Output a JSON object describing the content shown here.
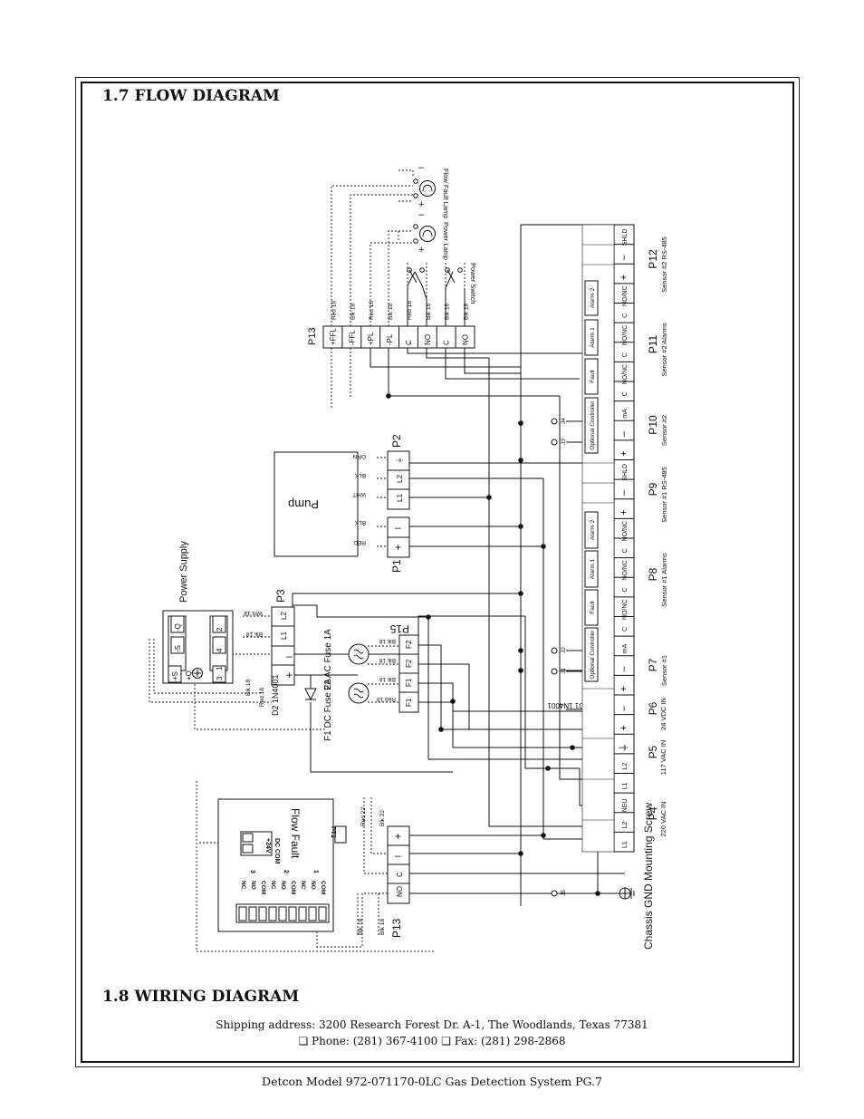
{
  "titles": {
    "flow": "1.7 FLOW DIAGRAM",
    "wiring": "1.8 WIRING DIAGRAM"
  },
  "footer": {
    "shipping": "Shipping address: 3200 Research Forest Dr. A-1, The Woodlands, Texas 77381",
    "phone": "❏  Phone: (281) 367-4100  ❏  Fax: (281)  298-2868",
    "page": "Detcon Model 972-071170-0LC Gas Detection System   PG.7"
  },
  "diagram": {
    "p13_top": {
      "label": "P13",
      "pins": [
        "+FFL",
        "-FFL",
        "+PL",
        "-PL",
        "C",
        "NO",
        "C",
        "NO"
      ],
      "wires": [
        "Red 18",
        "Blk 18",
        "Red 18",
        "Blk 18",
        "Red 18",
        "Blk 18",
        "Blk 18",
        "Blk 18"
      ]
    },
    "flow_fault_lamp": "Flow Fault Lamp",
    "power_lamp": "Power Lamp",
    "power_switch": "Power Switch",
    "pump": {
      "label": "Pump",
      "p2": {
        "label": "P2",
        "pins": [
          "⏚",
          "L2",
          "L1"
        ],
        "wires": [
          "GRN",
          "BLK",
          "WHT"
        ]
      },
      "p1": {
        "label": "P1",
        "pins": [
          "–",
          "+"
        ],
        "wires": [
          "BLK",
          "RED"
        ]
      }
    },
    "power_supply": {
      "label": "Power Supply",
      "terminals": [
        "-Q",
        "-S",
        "+S",
        "+Q",
        "1",
        "2",
        "3",
        "4"
      ]
    },
    "p3": {
      "label": "P3",
      "pins": [
        "L2",
        "L1",
        "–",
        "+"
      ],
      "wires": [
        "Wht 18",
        "Blk 18",
        "Blk 18",
        "Red 18"
      ]
    },
    "d2": "D2 1N4001",
    "p15": {
      "label": "P15",
      "pins": [
        "F2",
        "F2",
        "F1",
        "F1"
      ],
      "wires": [
        "Blk 18",
        "Blk 18",
        "Blk 18",
        "Red 18"
      ]
    },
    "fuse_ac": "F2 AC Fuse 1A",
    "fuse_dc": "F1 DC Fuse 2A",
    "d1": "D1 1N4001",
    "flow_fault": {
      "label": "Flow Fault",
      "dc_com": "DC COM",
      "v24": "+24V",
      "pt1": "PT1",
      "relay_cols": [
        "NC",
        "NO",
        "COM",
        "NC",
        "NO",
        "COM",
        "NC",
        "NO",
        "COM"
      ],
      "relay_nums": [
        "3",
        "2",
        "1"
      ]
    },
    "p13_bottom": {
      "label": "P13",
      "pins": [
        "+",
        "–",
        "C",
        "NO"
      ],
      "wires": [
        "Red 22",
        "Blk 22",
        "Blk 18",
        "Blk 18"
      ]
    },
    "terminal_strip": [
      "SHLD",
      "–",
      "+",
      "NO/NC",
      "C",
      "NO/NC",
      "C",
      "NO/NC",
      "C",
      "mA",
      "–",
      "+",
      "SHLD",
      "–",
      "+",
      "NO/NC",
      "C",
      "NO/NC",
      "C",
      "NO/NC",
      "C",
      "mA",
      "–",
      "+",
      "–",
      "+",
      "⏚",
      "L2",
      "L1",
      "NEU",
      "L2",
      "L1"
    ],
    "module_labels": [
      "Alarm 2",
      "Alarm 1",
      "Fault",
      "Optional Controller",
      "Alarm 2",
      "Alarm 1",
      "Fault",
      "Optional Controller"
    ],
    "jumpers": [
      "J4",
      "J3",
      "J2",
      "J1",
      "J5"
    ],
    "headers": [
      {
        "name": "P12",
        "desc": "Sensor #2 RS-485"
      },
      {
        "name": "P11",
        "desc": "Sensor #2 Alarms"
      },
      {
        "name": "P10",
        "desc": "Sensor #2"
      },
      {
        "name": "P9",
        "desc": "Sensor #1 RS-485"
      },
      {
        "name": "P8",
        "desc": "Sensor #1 Alarms"
      },
      {
        "name": "P7",
        "desc": "Sensor #1"
      },
      {
        "name": "P6",
        "desc": "24 VDC  IN"
      },
      {
        "name": "P5",
        "desc": "117 VAC  IN"
      },
      {
        "name": "P4",
        "desc": "220 VAC  IN"
      }
    ],
    "chassis_gnd": "Chassis GND Mounting Screw"
  }
}
